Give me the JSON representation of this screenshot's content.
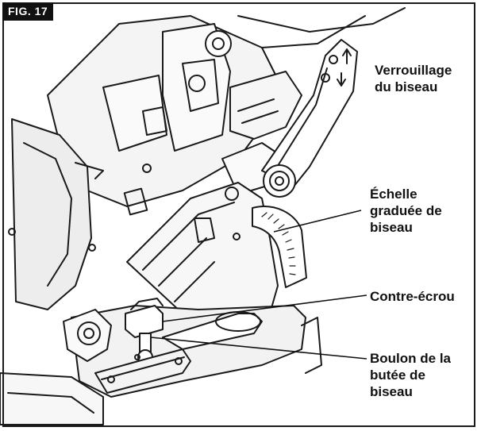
{
  "figure": {
    "badge": "FIG. 17",
    "labels": {
      "bevel_lock": [
        "Verrouillage",
        "du biseau"
      ],
      "bevel_scale": [
        "Échelle",
        "graduée de",
        "biseau"
      ],
      "jam_nut": [
        "Contre-écrou"
      ],
      "bevel_stop_bolt": [
        "Boulon de la",
        "butée de",
        "biseau"
      ]
    }
  }
}
